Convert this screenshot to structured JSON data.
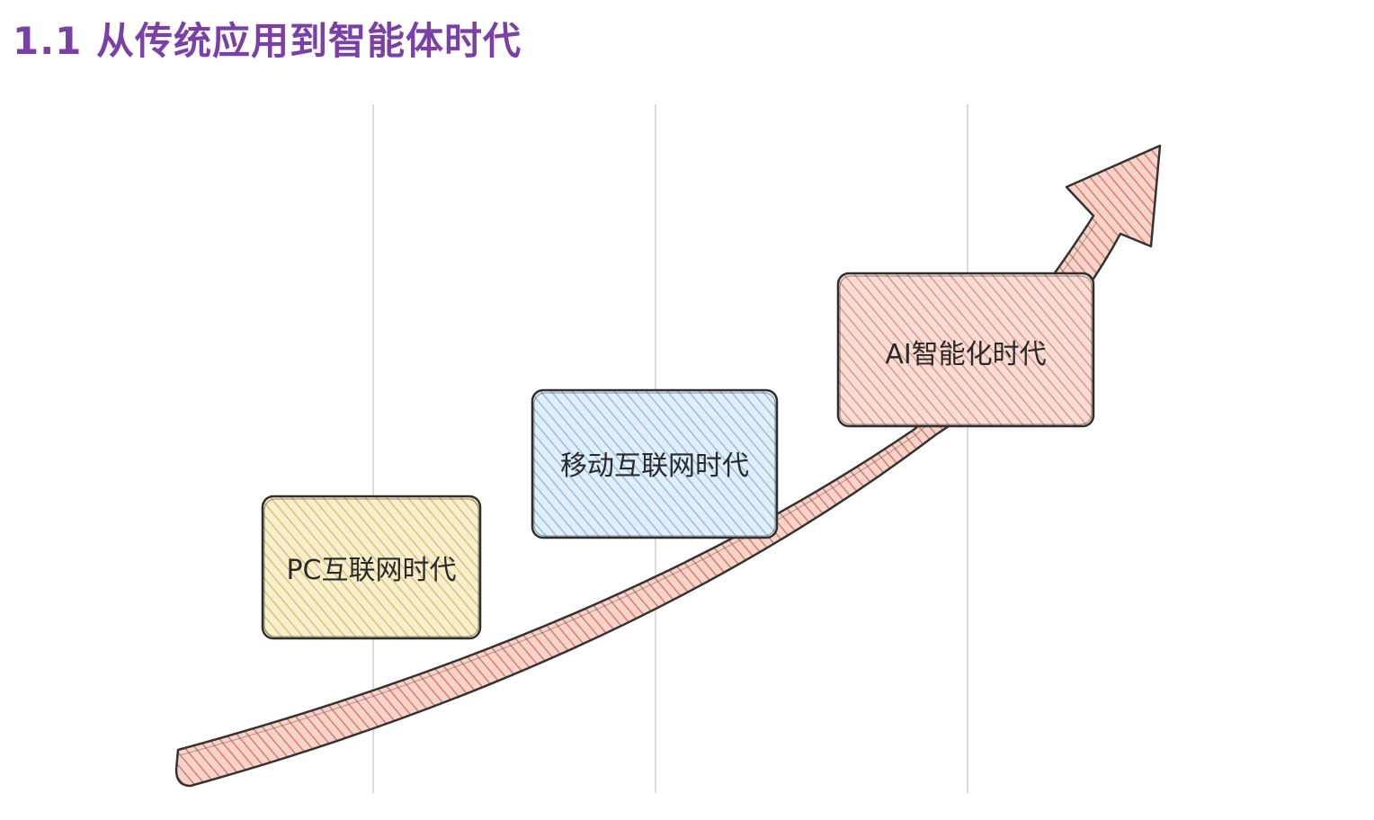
{
  "title": "1.1 从传统应用到智能体时代",
  "stages": [
    {
      "label": "PC互联网时代",
      "color": "#e8d58a",
      "stroke": "#cdb35a"
    },
    {
      "label": "移动互联网时代",
      "color": "#a9cdee",
      "stroke": "#79a9d6"
    },
    {
      "label": "AI智能化时代",
      "color": "#ec9c8c",
      "stroke": "#cf6f5f"
    }
  ],
  "arrow": {
    "color": "#e98b77",
    "icon": "growth-arrow-icon"
  },
  "gridlines": true
}
